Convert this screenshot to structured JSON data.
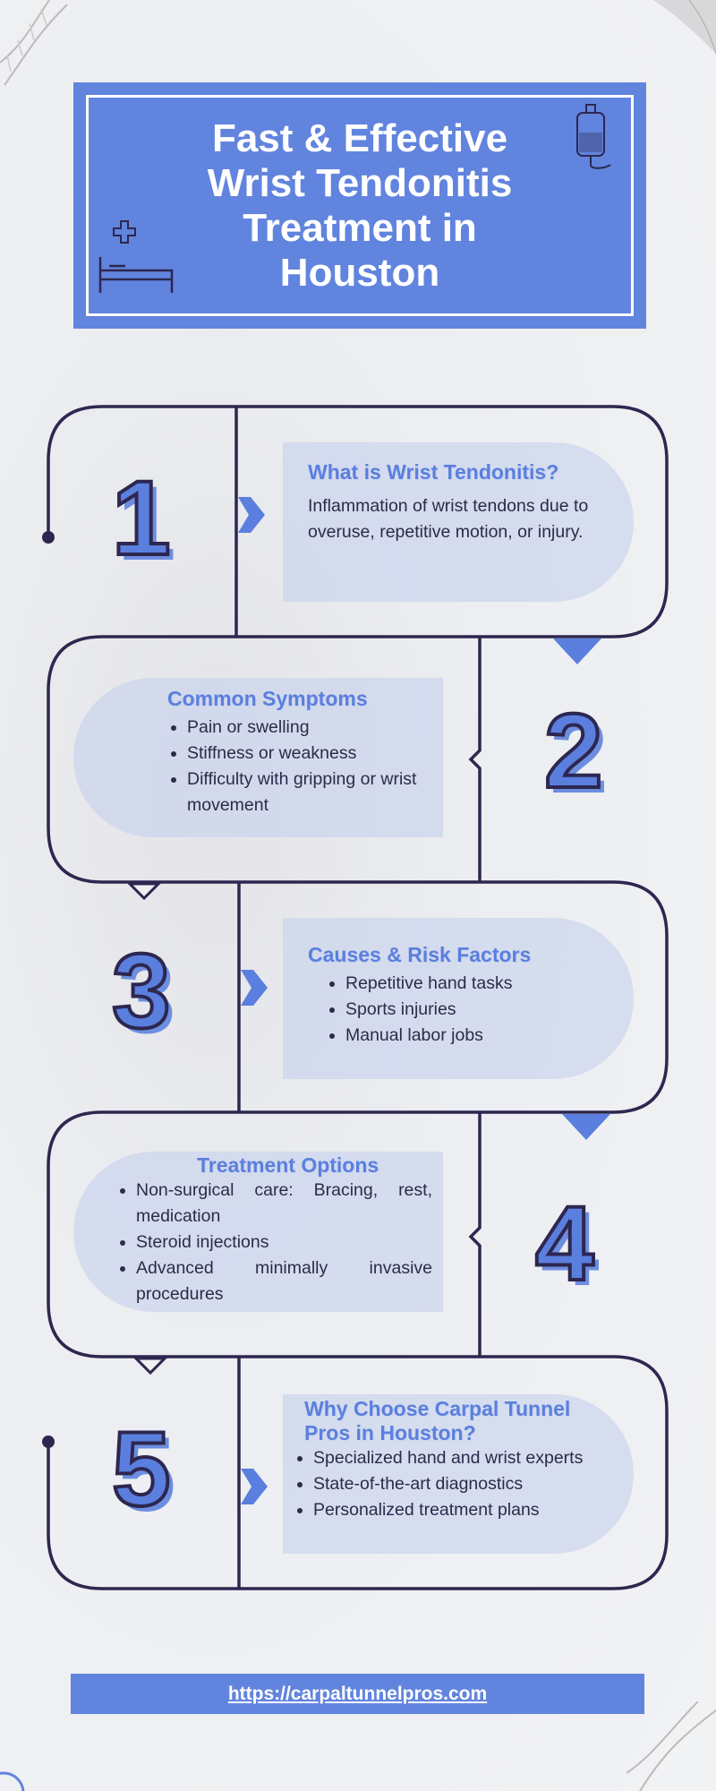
{
  "title": "Fast & Effective Wrist Tendonitis Treatment in Houston",
  "sections": [
    {
      "number": "1",
      "heading": "What is Wrist Tendonitis?",
      "text": "Inflammation of wrist tendons due to overuse, repetitive motion, or injury."
    },
    {
      "number": "2",
      "heading": "Common Symptoms",
      "items": [
        "Pain or swelling",
        "Stiffness or weakness",
        "Difficulty with gripping or wrist movement"
      ]
    },
    {
      "number": "3",
      "heading": "Causes & Risk Factors",
      "items": [
        "Repetitive hand tasks",
        "Sports injuries",
        "Manual labor jobs"
      ]
    },
    {
      "number": "4",
      "heading": "Treatment Options",
      "items": [
        "Non-surgical care: Bracing, rest, medication",
        "Steroid injections",
        "Advanced minimally invasive procedures"
      ]
    },
    {
      "number": "5",
      "heading": "Why Choose Carpal Tunnel Pros in Houston?",
      "items": [
        "Specialized hand and wrist experts",
        "State-of-the-art diagnostics",
        "Personalized treatment plans"
      ]
    }
  ],
  "footer": {
    "url": "https://carpaltunnelpros.com"
  },
  "colors": {
    "accent": "#6184de",
    "outline": "#2d2750",
    "text": "#2d2a4a"
  }
}
